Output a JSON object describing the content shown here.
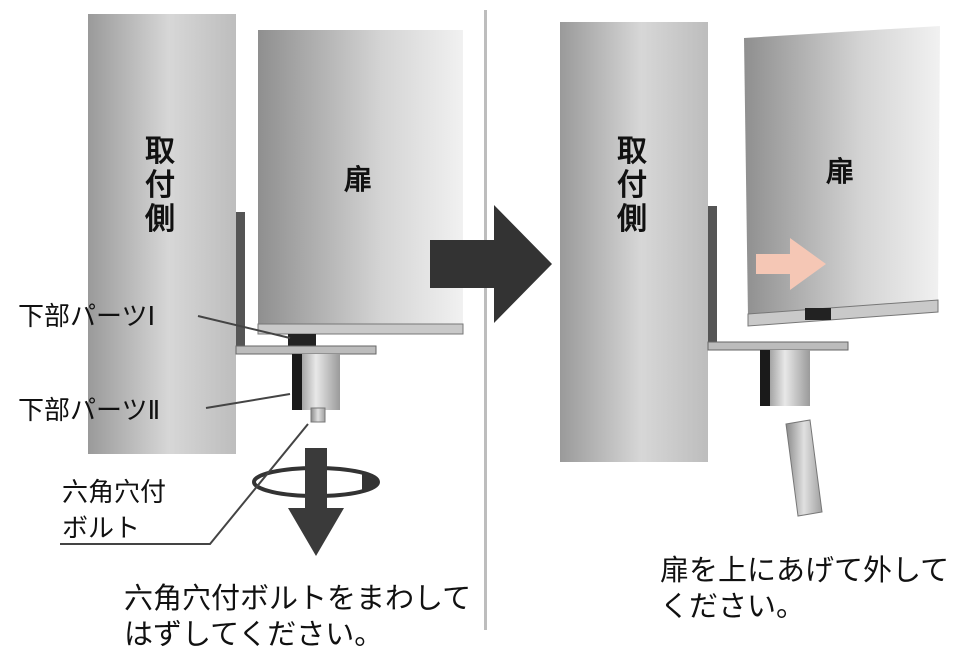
{
  "left_panel": {
    "mount_side_label": "取付側",
    "door_label": "扉",
    "lower_part_1_label": "下部パーツⅠ",
    "lower_part_2_label": "下部パーツⅡ",
    "hex_bolt_label_line1": "六角穴付",
    "hex_bolt_label_line2": "ボルト",
    "caption": "六角穴付ボルトをまわして\nはずしてください。"
  },
  "right_panel": {
    "mount_side_label": "取付側",
    "door_label": "扉",
    "caption": "扉を上にあげて外して\nください。"
  },
  "colors": {
    "panel_dark": "#8a8a8a",
    "panel_light": "#e6e6e6",
    "arrow_dark": "#333333",
    "arrow_pink": "#f5c7b5",
    "divider": "#bdbdbd"
  },
  "icons": [
    "transition-arrow-icon",
    "downward-arrow-icon",
    "rotation-arrow-icon",
    "slide-arrow-icon"
  ]
}
